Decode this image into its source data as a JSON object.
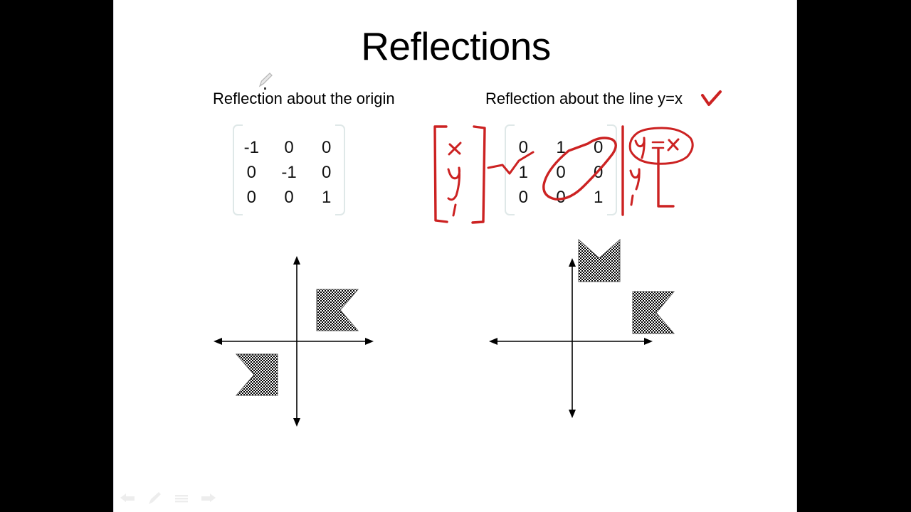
{
  "slide": {
    "title": "Reflections",
    "background_color": "#ffffff",
    "letterbox_color": "#000000"
  },
  "sections": {
    "left": {
      "subtitle": "Reflection about the origin",
      "matrix": {
        "rows": [
          [
            "-1",
            "0",
            "0"
          ],
          [
            "0",
            "-1",
            "0"
          ],
          [
            "0",
            "0",
            "1"
          ]
        ],
        "bracket_color": "#dfe8e8"
      }
    },
    "right": {
      "subtitle": "Reflection about the line y=x",
      "matrix": {
        "rows": [
          [
            "0",
            "1",
            "0"
          ],
          [
            "1",
            "0",
            "0"
          ],
          [
            "0",
            "0",
            "1"
          ]
        ],
        "bracket_color": "#dfe8e8"
      }
    }
  },
  "annotations": {
    "ink_color": "#cc2222",
    "checkmark": "✓",
    "input_vector": [
      "x",
      "y",
      "1"
    ],
    "output_vector_label": "y = x",
    "output_vector": [
      "y",
      "1"
    ],
    "circled_entries": "anti-diagonal ones",
    "arrow_mark": "squiggle-arrow"
  },
  "graphs": {
    "left": {
      "name": "reflection-about-origin-graph",
      "shapes": [
        {
          "label": "original-flag",
          "quadrant": "I",
          "notch": "right"
        },
        {
          "label": "reflected-flag",
          "quadrant": "III",
          "notch": "left"
        }
      ],
      "axis_color": "#000000",
      "fill": "checkerboard"
    },
    "right": {
      "name": "reflection-about-line-y-equals-x-graph",
      "shapes": [
        {
          "label": "reflected-flag",
          "quadrant": "I-top",
          "notch": "top"
        },
        {
          "label": "original-flag",
          "quadrant": "I",
          "notch": "right"
        }
      ],
      "axis_color": "#000000",
      "fill": "checkerboard"
    }
  },
  "toolbar": {
    "items": [
      {
        "name": "previous-slide-button",
        "icon": "back-arrow-icon"
      },
      {
        "name": "pen-tool-button",
        "icon": "pen-icon"
      },
      {
        "name": "slide-menu-button",
        "icon": "menu-icon"
      },
      {
        "name": "next-slide-button",
        "icon": "forward-arrow-icon"
      }
    ],
    "icon_color": "#ededed"
  }
}
